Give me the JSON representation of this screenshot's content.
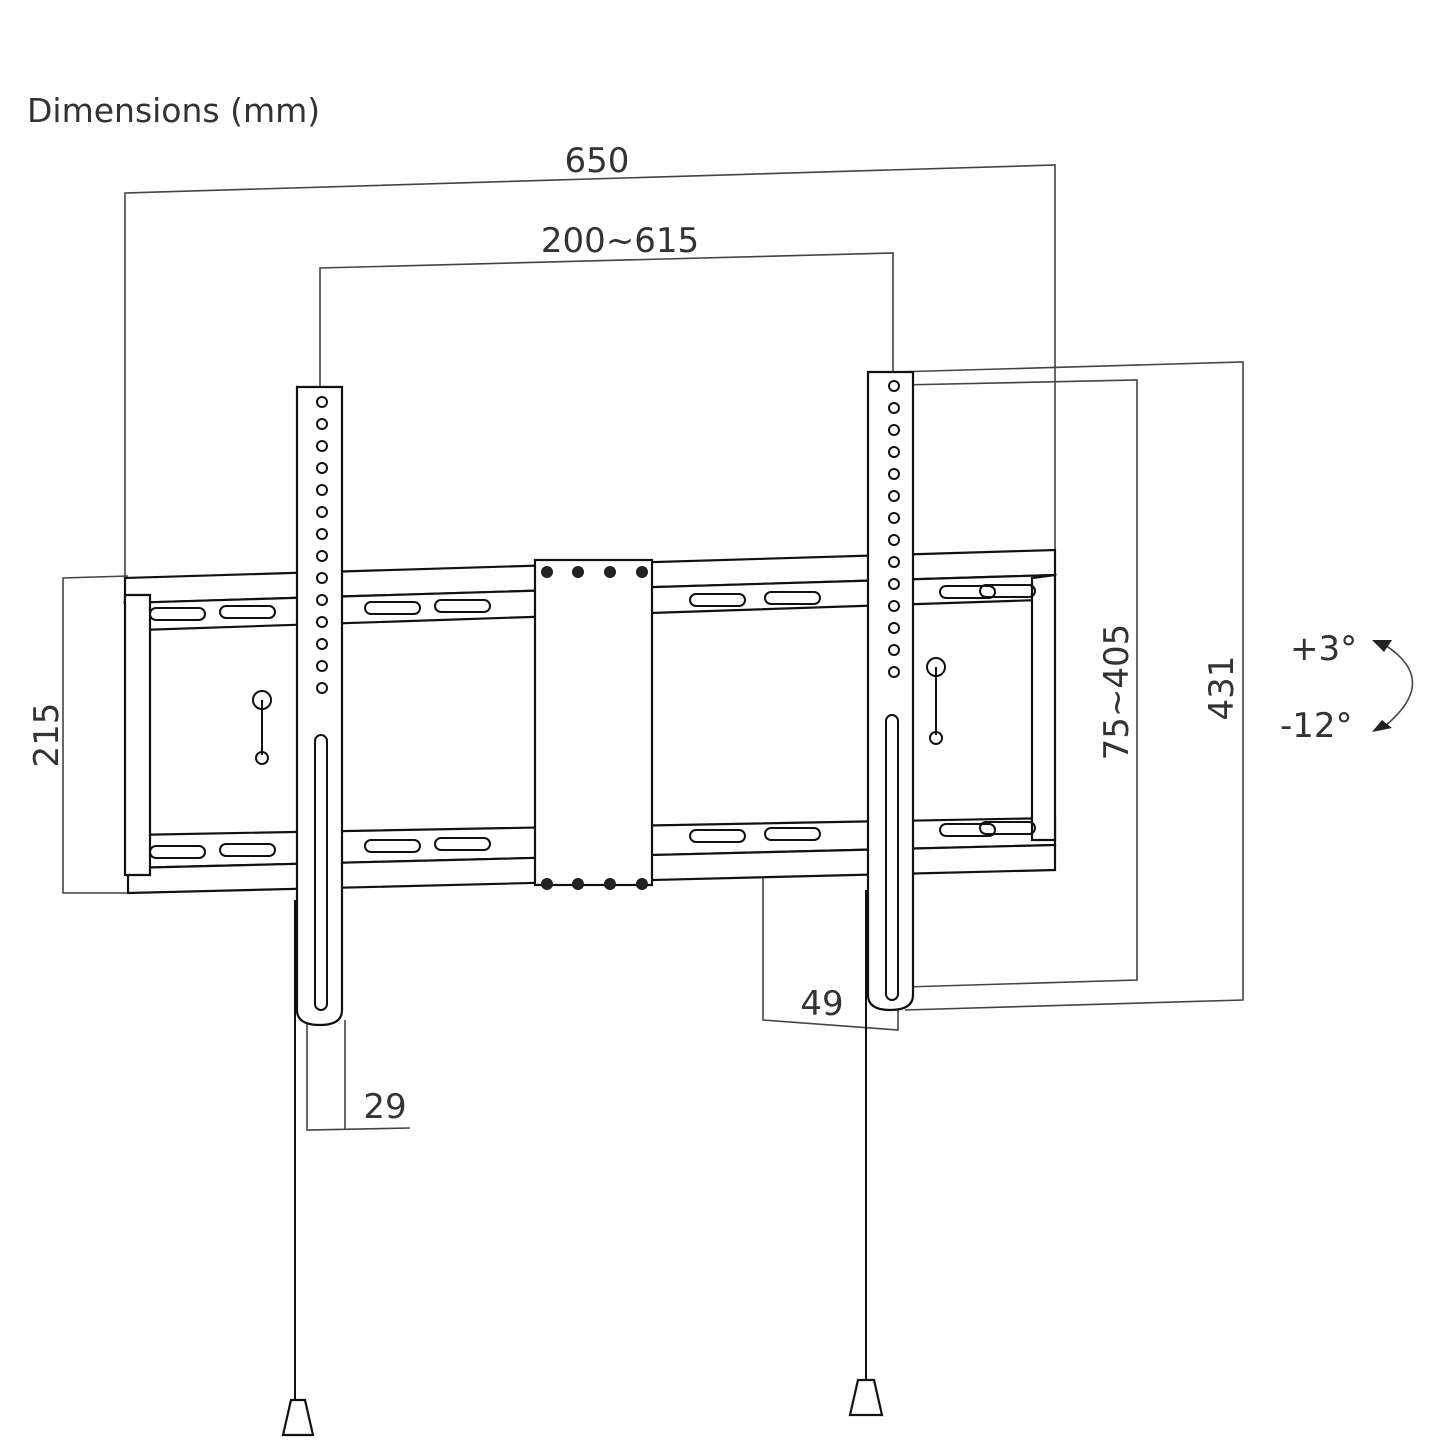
{
  "title": "Dimensions (mm)",
  "dimensions": {
    "overall_width": "650",
    "arm_spacing": "200~615",
    "frame_height": "215",
    "vesa_vertical": "75~405",
    "arm_height": "431",
    "depth": "49",
    "arm_width": "29"
  },
  "tilt": {
    "up": "+3°",
    "down": "-12°"
  }
}
